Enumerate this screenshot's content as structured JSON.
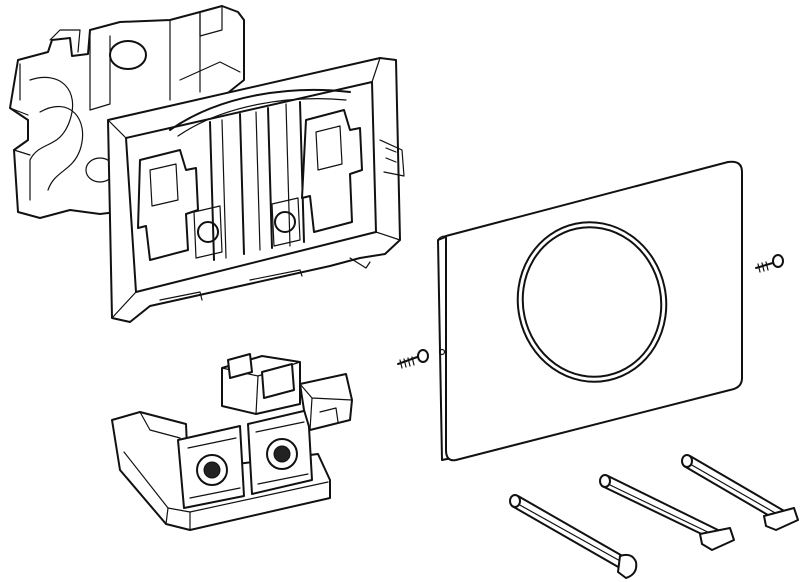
{
  "diagram": {
    "parts": [
      {
        "id": "mounting-frame",
        "icon": "frame-assembly"
      },
      {
        "id": "actuator-plate",
        "icon": "round-button-plate"
      },
      {
        "id": "control-module",
        "icon": "electronic-module"
      },
      {
        "id": "screw-left",
        "icon": "screw"
      },
      {
        "id": "screw-right",
        "icon": "screw"
      },
      {
        "id": "extension-rod-1",
        "icon": "rod"
      },
      {
        "id": "extension-rod-2",
        "icon": "rod"
      },
      {
        "id": "extension-rod-3",
        "icon": "rod"
      }
    ],
    "line_color": "#111111",
    "background": "#ffffff"
  }
}
